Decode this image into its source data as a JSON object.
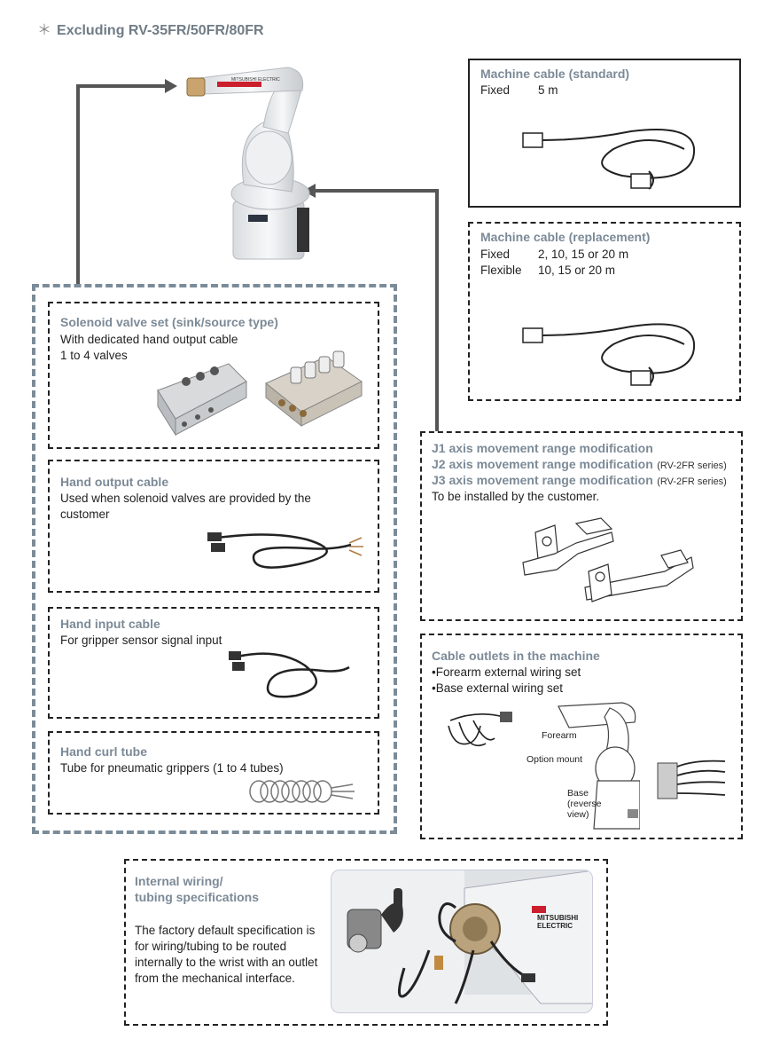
{
  "header": {
    "star": "＊",
    "text": "Excluding RV-35FR/50FR/80FR"
  },
  "robot": {
    "logo": "MITSUBISHI ELECTRIC"
  },
  "machine_cable_standard": {
    "title": "Machine cable (standard)",
    "rows": [
      {
        "k": "Fixed",
        "v": "5 m"
      }
    ]
  },
  "machine_cable_replacement": {
    "title": "Machine cable (replacement)",
    "rows": [
      {
        "k": "Fixed",
        "v": "2, 10, 15 or 20 m"
      },
      {
        "k": "Flexible",
        "v": "10, 15 or 20 m"
      }
    ]
  },
  "solenoid": {
    "title": "Solenoid valve set (sink/source type)",
    "line1": "With dedicated hand output cable",
    "line2": "1 to 4 valves"
  },
  "hand_output": {
    "title": "Hand output cable",
    "desc": "Used when solenoid valves are provided by the customer"
  },
  "hand_input": {
    "title": "Hand input cable",
    "desc": "For gripper sensor signal input"
  },
  "hand_curl": {
    "title": "Hand curl tube",
    "desc": "Tube for pneumatic grippers (1 to 4 tubes)"
  },
  "axis_mod": {
    "j1": "J1 axis movement range modification",
    "j2": "J2 axis movement range modification",
    "j2_note": "(RV-2FR series)",
    "j3": "J3 axis movement range modification",
    "j3_note": "(RV-2FR series)",
    "desc": "To be installed by the customer."
  },
  "outlets": {
    "title": "Cable outlets in the machine",
    "items": [
      "•Forearm external wiring set",
      "•Base external wiring set"
    ],
    "label_forearm": "Forearm",
    "label_option": "Option mount",
    "label_base_1": "Base",
    "label_base_2": "(reverse",
    "label_base_3": "view)"
  },
  "internal": {
    "title_1": "Internal wiring/",
    "title_2": "tubing specifications",
    "desc": "The factory default specification is for wiring/tubing to be routed internally to the wrist with an outlet from the mechanical interface.",
    "logo_1": "MITSUBISHI",
    "logo_2": "ELECTRIC"
  },
  "colors": {
    "title": "#7c8a97",
    "group_border": "#7b8c99",
    "arrow": "#555555",
    "logo_red": "#cc1f2d"
  }
}
